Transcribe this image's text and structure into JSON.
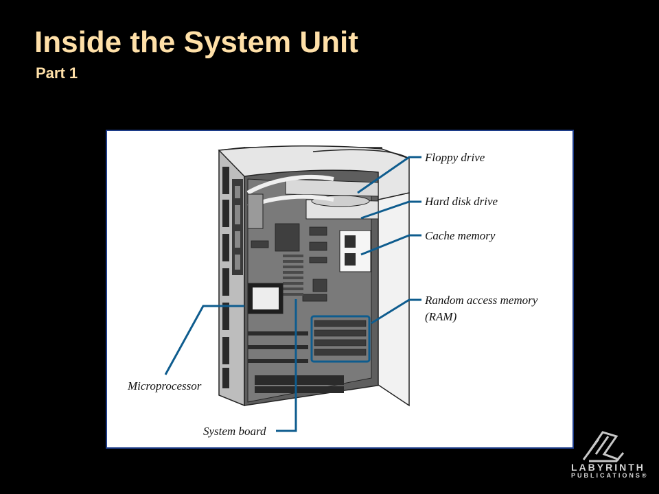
{
  "slide": {
    "title": "Inside the System Unit",
    "subtitle": "Part 1"
  },
  "diagram": {
    "labels": {
      "floppy": "Floppy drive",
      "hard_disk": "Hard disk drive",
      "cache": "Cache memory",
      "ram_line1": "Random access memory",
      "ram_line2": "(RAM)",
      "microprocessor": "Microprocessor",
      "system_board": "System board"
    }
  },
  "logo": {
    "name": "LABYRINTH",
    "sub": "PUBLICATIONS®"
  },
  "colors": {
    "background": "#000000",
    "title": "#FFE0A8",
    "frame_border": "#1C3B88",
    "callout": "#0E5C8E"
  }
}
